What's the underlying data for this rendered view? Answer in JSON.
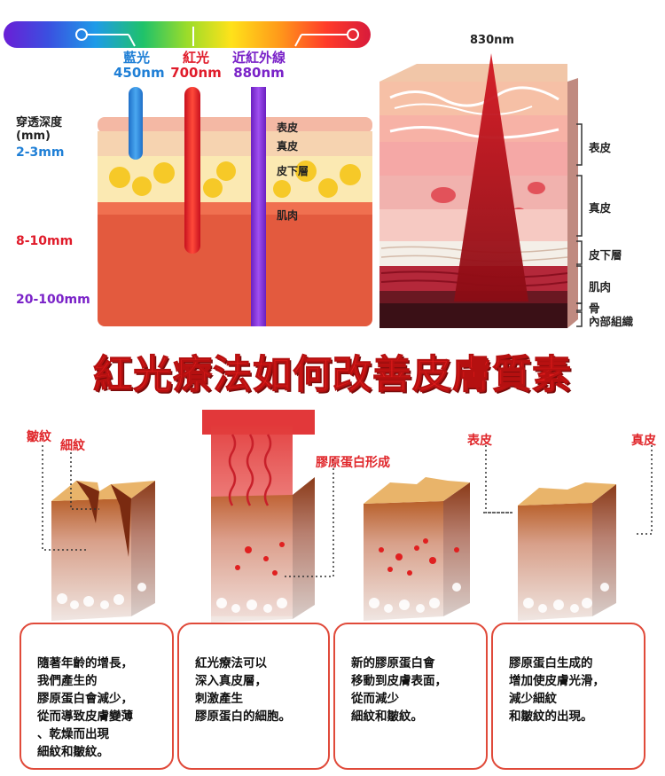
{
  "spectrum": {
    "colors": [
      "#6a1fd6",
      "#3b4fe0",
      "#1e9be8",
      "#1fc26a",
      "#9bdc2a",
      "#ffe21a",
      "#ff9a1a",
      "#ff3b2a",
      "#d81b3b"
    ],
    "labels": [
      {
        "name": "藍光",
        "wavelength": "450nm",
        "color": "#1f7fd6"
      },
      {
        "name": "紅光",
        "wavelength": "700nm",
        "color": "#e01b2a"
      },
      {
        "name": "近紅外線",
        "wavelength": "880nm",
        "color": "#7a22c8"
      }
    ]
  },
  "penetration": {
    "heading_line1": "穿透深度",
    "heading_line2": "(mm)",
    "depths": [
      {
        "text": "2-3mm",
        "color": "#1f7fd6"
      },
      {
        "text": "8-10mm",
        "color": "#e01b2a"
      },
      {
        "text": "20-100mm",
        "color": "#7a22c8"
      }
    ]
  },
  "skin_layers_left": [
    "表皮",
    "真皮",
    "皮下層",
    "肌肉"
  ],
  "beam": {
    "label": "830nm",
    "color": "#b0141c"
  },
  "skin_layers_right": [
    "表皮",
    "真皮",
    "皮下層",
    "肌肉",
    "骨",
    "內部組織"
  ],
  "title": "紅光療法如何改善皮膚質素",
  "callouts": {
    "wrinkle": "皺紋",
    "fine_line": "細紋",
    "collagen": "膠原蛋白形成",
    "epidermis": "表皮",
    "dermis": "真皮"
  },
  "cards": [
    {
      "text": "隨著年齡的增長，\n我們產生的\n膠原蛋白會減少，\n從而導致皮膚變薄\n、乾燥而出現\n細紋和皺紋。"
    },
    {
      "text": "紅光療法可以\n深入真皮層，\n刺激產生\n膠原蛋白的細胞。"
    },
    {
      "text": "新的膠原蛋白會\n移動到皮膚表面，\n從而減少\n細紋和皺紋。"
    },
    {
      "text": "膠原蛋白生成的\n增加使皮膚光滑，\n減少細紋\n和皺紋的出現。"
    }
  ]
}
